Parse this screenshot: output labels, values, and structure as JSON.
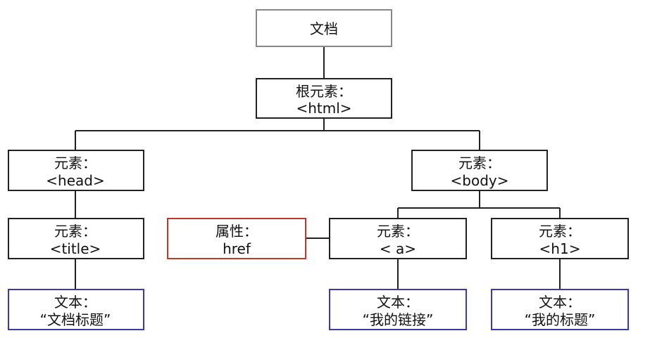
{
  "colors": {
    "element_border": "#222222",
    "document_border": "#888888",
    "attribute_border": "#c0392b",
    "text_border": "#3a3aa8",
    "line": "#222222"
  },
  "nodes": {
    "document": {
      "line1": "文档",
      "line2": ""
    },
    "root": {
      "line1": "根元素：",
      "line2": "<html>"
    },
    "head": {
      "line1": "元素：",
      "line2": "<head>"
    },
    "body": {
      "line1": "元素：",
      "line2": "<body>"
    },
    "title": {
      "line1": "元素：",
      "line2": "<title>"
    },
    "attr_href": {
      "line1": "属性：",
      "line2": "href"
    },
    "a": {
      "line1": "元素：",
      "line2": "< a>"
    },
    "h1": {
      "line1": "元素：",
      "line2": "<h1>"
    },
    "text_title": {
      "line1": "文本：",
      "line2": "“文档标题”"
    },
    "text_a": {
      "line1": "文本：",
      "line2": "“我的链接”"
    },
    "text_h1": {
      "line1": "文本：",
      "line2": "“我的标题”"
    }
  }
}
